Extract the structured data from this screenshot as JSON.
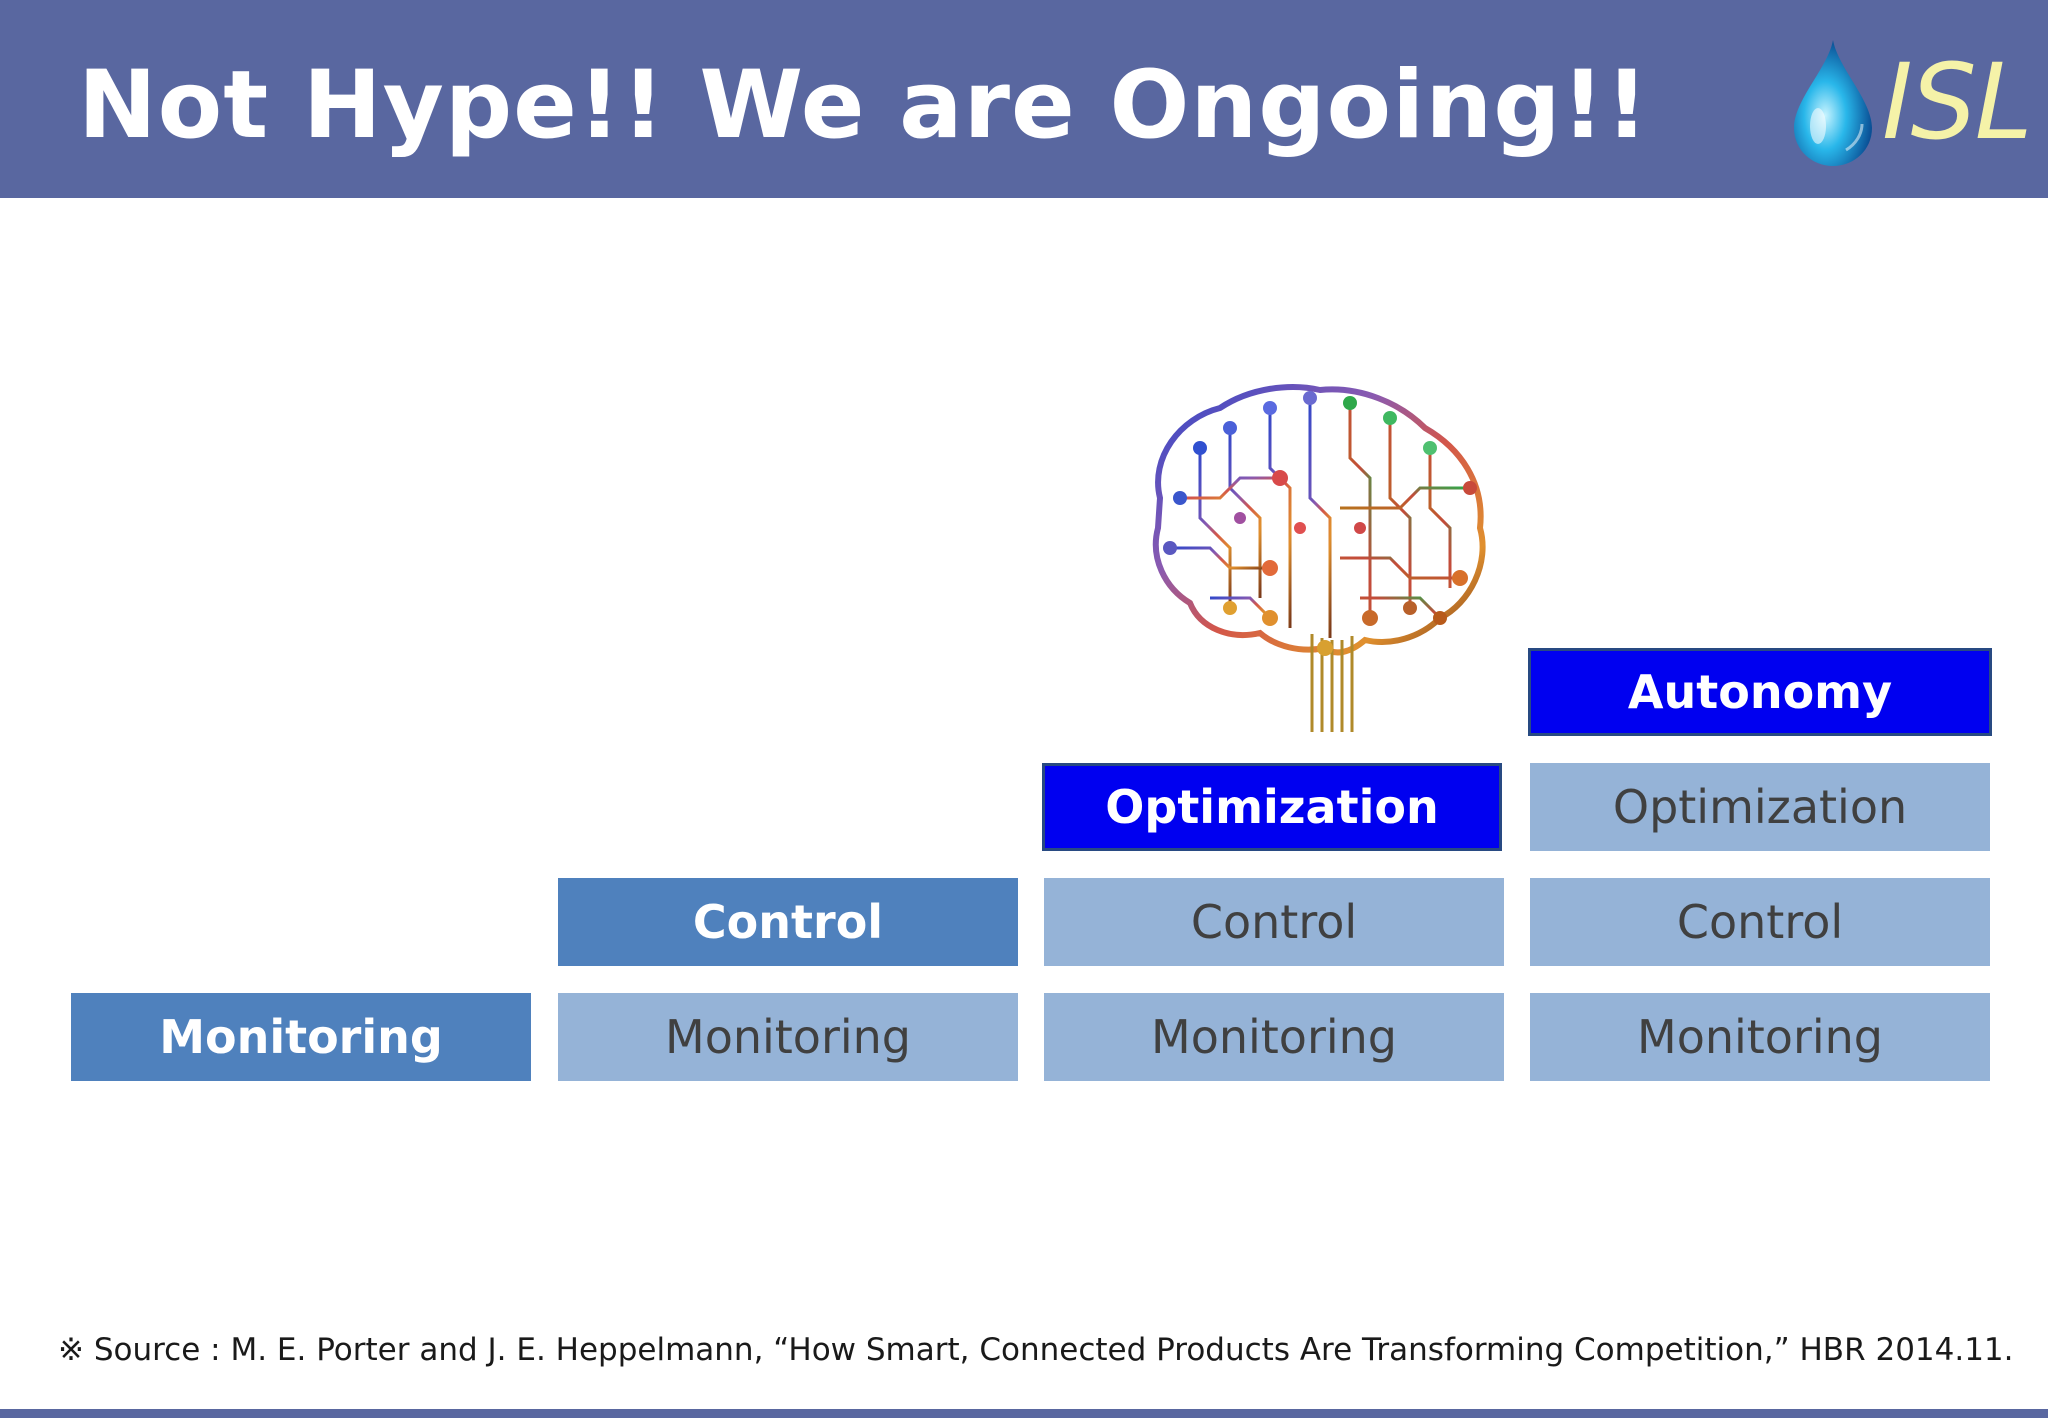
{
  "slide": {
    "title": "Not Hype!! We are Ongoing!!",
    "logo_text": "ISL",
    "source": "※ Source : M. E. Porter and J. E. Heppelmann, “How Smart, Connected Products Are Transforming Competition,” HBR 2014.11."
  },
  "columns": [
    {
      "top_label": "Monitoring"
    },
    {
      "top_label": "Control",
      "lower": [
        "Monitoring"
      ]
    },
    {
      "top_label": "Optimization",
      "lower": [
        "Control",
        "Monitoring"
      ]
    },
    {
      "top_label": "Autonomy",
      "lower": [
        "Optimization",
        "Control",
        "Monitoring"
      ]
    }
  ],
  "colors": {
    "header": "#5967a0",
    "active_box": "#4f81bd",
    "light_box": "#95b3d7",
    "highlight_box": "#0000f0"
  },
  "icons": [
    "water-drop-icon",
    "circuit-brain-icon"
  ]
}
